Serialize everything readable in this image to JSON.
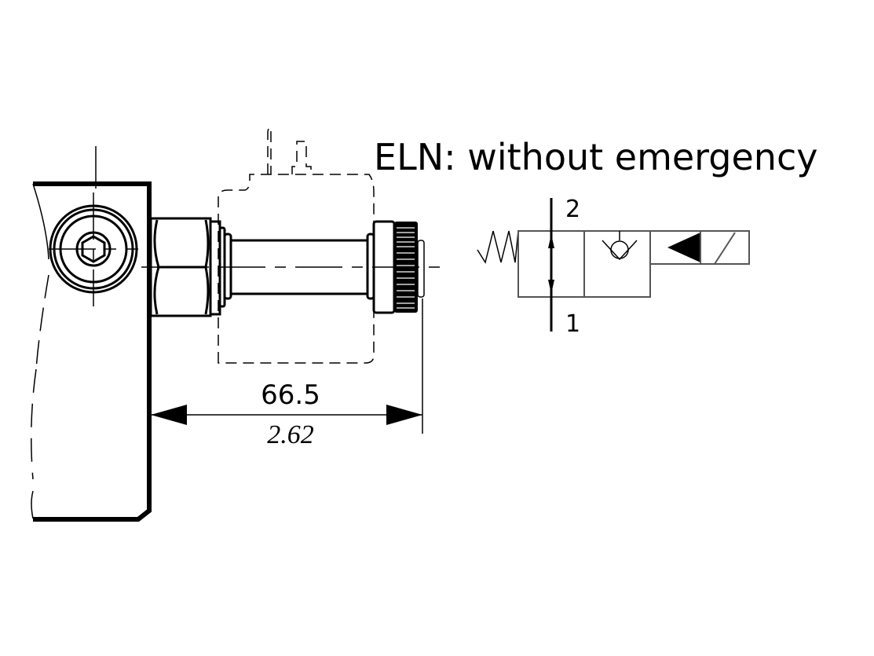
{
  "title": "ELN: without emergency",
  "dimension": {
    "metric": "66.5",
    "imperial": "2.62"
  },
  "symbol": {
    "port_top": "2",
    "port_bottom": "1"
  },
  "colors": {
    "line": "#000000",
    "symbol_line": "#555555",
    "background": "#ffffff"
  }
}
